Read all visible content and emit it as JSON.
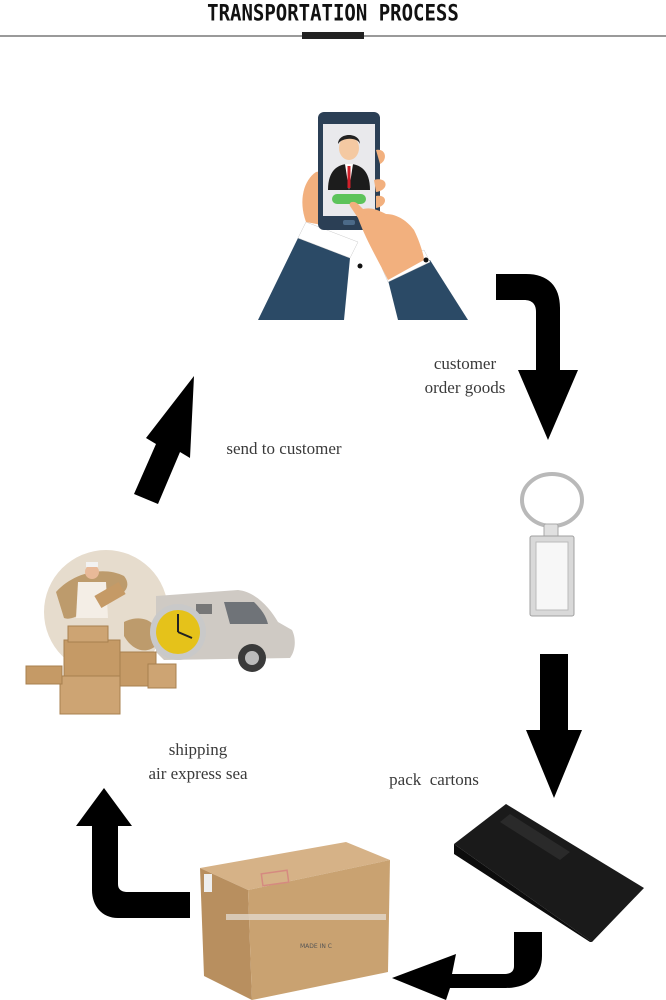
{
  "header": {
    "title": "TRANSPORTATION PROCESS"
  },
  "steps": [
    {
      "id": "order",
      "icon": "phone-order-icon",
      "label_lines": [
        "customer",
        "order goods"
      ]
    },
    {
      "id": "product",
      "icon": "keychain-icon",
      "label_lines": []
    },
    {
      "id": "pack",
      "icon": "black-gift-box-icon",
      "label_lines": [
        "pack  cartons"
      ]
    },
    {
      "id": "carton",
      "icon": "cardboard-carton-icon",
      "label_lines": []
    },
    {
      "id": "shipping",
      "icon": "delivery-globe-van-icon",
      "label_lines": [
        "shipping",
        "air express sea"
      ]
    },
    {
      "id": "send",
      "icon": "up-arrow-icon",
      "label_lines": [
        "send to customer"
      ]
    }
  ],
  "colors": {
    "arrow": "#000000",
    "text": "#3a3a3a",
    "suit": "#2b4a66",
    "skin": "#f2b07e",
    "carton": "#c9a271",
    "box": "#111111"
  }
}
